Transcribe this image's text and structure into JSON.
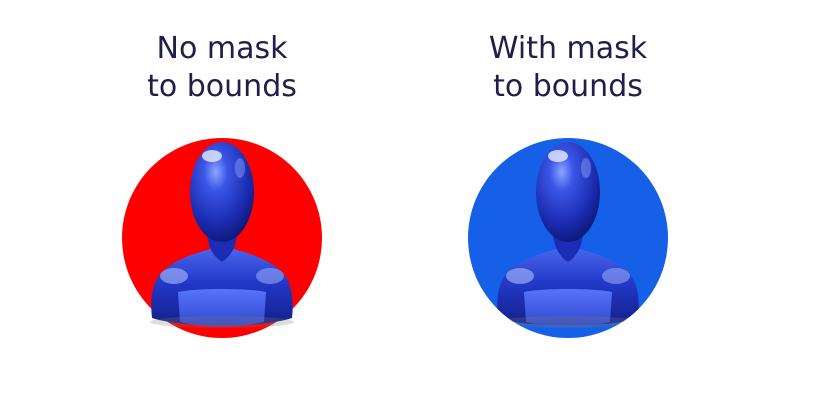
{
  "panels": [
    {
      "title_line1": "No mask",
      "title_line2": "to bounds",
      "circle_color": "#ff0000",
      "mask_to_bounds": false,
      "icon": "user-avatar-icon"
    },
    {
      "title_line1": "With mask",
      "title_line2": "to bounds",
      "circle_color": "#1560e6",
      "mask_to_bounds": true,
      "icon": "user-avatar-icon"
    }
  ]
}
